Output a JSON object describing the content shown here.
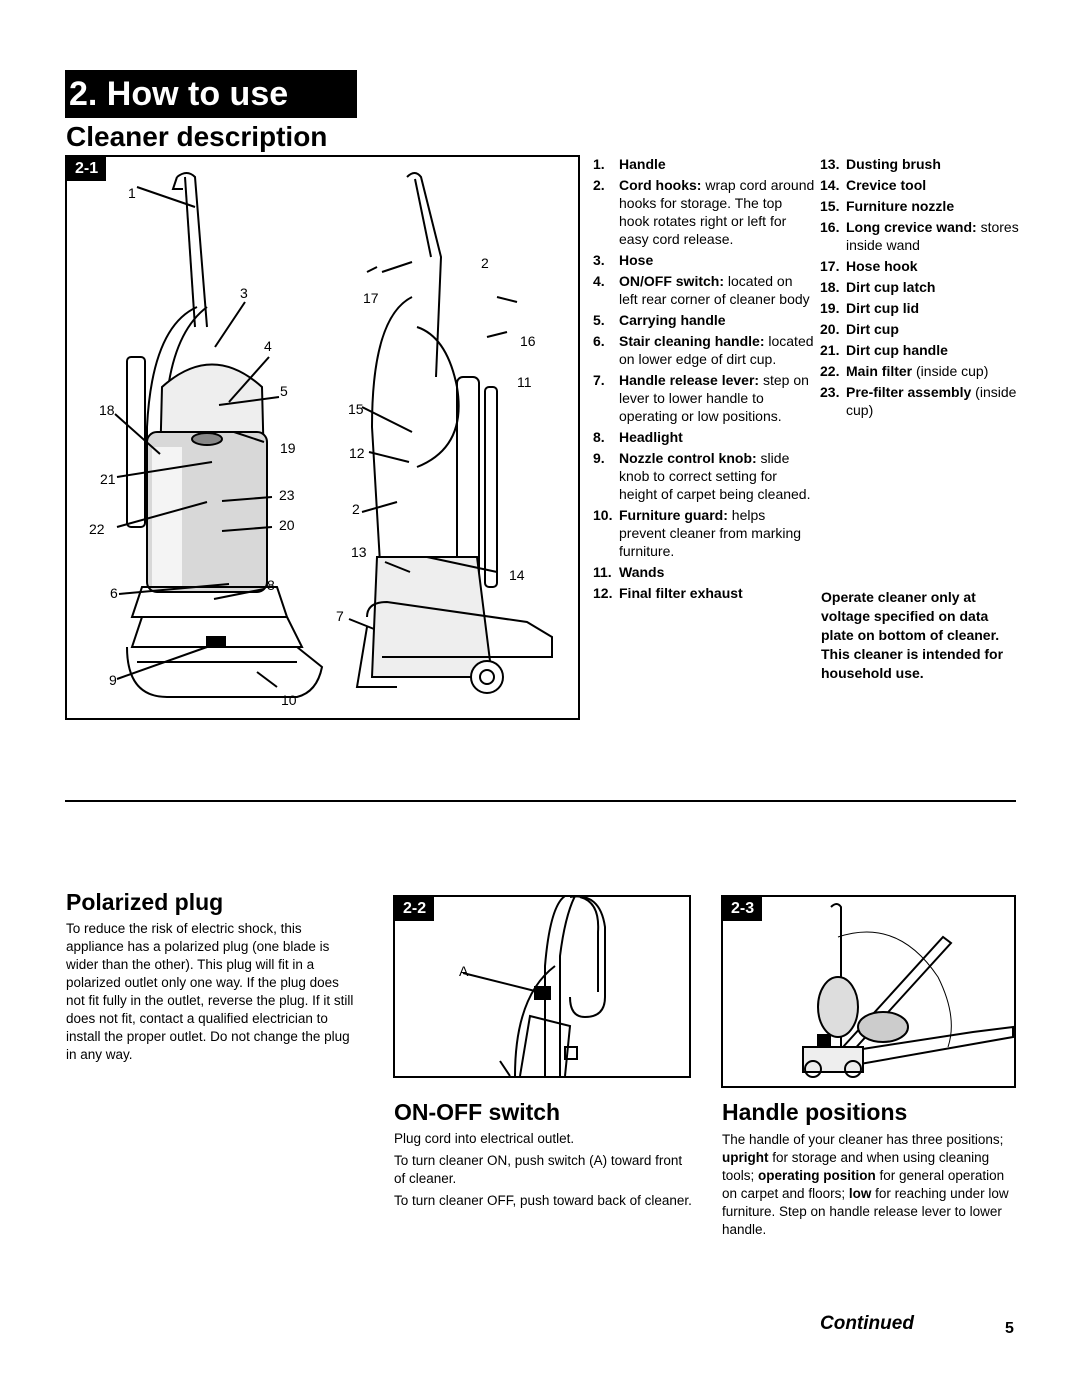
{
  "section_title": "2. How to use",
  "cleaner_description": {
    "title": "Cleaner description",
    "figure_tag": "2-1",
    "callouts": [
      "1",
      "2",
      "3",
      "17",
      "4",
      "16",
      "11",
      "5",
      "18",
      "15",
      "19",
      "12",
      "21",
      "23",
      "2",
      "22",
      "20",
      "13",
      "14",
      "6",
      "8",
      "7",
      "9",
      "10"
    ],
    "parts_left": [
      {
        "num": "1.",
        "name": "Handle",
        "desc": ""
      },
      {
        "num": "2.",
        "name": "Cord hooks:",
        "desc": " wrap cord around hooks for storage. The top hook rotates right or left for easy cord release."
      },
      {
        "num": "3.",
        "name": "Hose",
        "desc": ""
      },
      {
        "num": "4.",
        "name": "ON/OFF switch:",
        "desc": " located on left rear corner of cleaner body"
      },
      {
        "num": "5.",
        "name": "Carrying handle",
        "desc": ""
      },
      {
        "num": "6.",
        "name": "Stair cleaning handle:",
        "desc": " located on lower edge of dirt cup."
      },
      {
        "num": "7.",
        "name": "Handle release lever:",
        "desc": " step on lever to lower handle to operating or low positions."
      },
      {
        "num": "8.",
        "name": "Headlight",
        "desc": ""
      },
      {
        "num": "9.",
        "name": "Nozzle control knob:",
        "desc": " slide knob to correct setting for height of carpet being cleaned."
      },
      {
        "num": "10.",
        "name": "Furniture guard:",
        "desc": " helps prevent cleaner from marking furniture."
      },
      {
        "num": "11.",
        "name": "Wands",
        "desc": ""
      },
      {
        "num": "12.",
        "name": "Final filter exhaust",
        "desc": ""
      }
    ],
    "parts_right": [
      {
        "num": "13.",
        "name": "Dusting brush",
        "desc": ""
      },
      {
        "num": "14.",
        "name": "Crevice tool",
        "desc": ""
      },
      {
        "num": "15.",
        "name": "Furniture nozzle",
        "desc": ""
      },
      {
        "num": "16.",
        "name": "Long crevice wand:",
        "desc": " stores inside wand"
      },
      {
        "num": "17.",
        "name": "Hose hook",
        "desc": ""
      },
      {
        "num": "18.",
        "name": "Dirt cup latch",
        "desc": ""
      },
      {
        "num": "19.",
        "name": "Dirt cup lid",
        "desc": ""
      },
      {
        "num": "20.",
        "name": "Dirt cup",
        "desc": ""
      },
      {
        "num": "21.",
        "name": "Dirt cup handle",
        "desc": ""
      },
      {
        "num": "22.",
        "name": "Main filter",
        "desc": " (inside cup)"
      },
      {
        "num": "23.",
        "name": "Pre-filter assembly",
        "desc": " (inside cup)"
      }
    ],
    "note_1": "Operate cleaner only at voltage specified on data plate on bottom of cleaner.",
    "note_2": "This cleaner is intended for household use."
  },
  "polarized_plug": {
    "title": "Polarized plug",
    "body": "To reduce the risk of electric shock, this appliance has a polarized plug (one blade is wider than the other). This plug will fit in a polarized outlet only one way. If the plug does not fit fully in the outlet, reverse the plug. If it still does not fit, contact a qualified electrician to install the proper outlet. Do not change the plug in any way."
  },
  "on_off_switch": {
    "figure_tag": "2-2",
    "callout": "A",
    "title": "ON-OFF switch",
    "p1": "Plug cord into electrical outlet.",
    "p2": "To turn cleaner ON, push switch (A) toward front of cleaner.",
    "p3": "To turn cleaner OFF, push toward back of cleaner."
  },
  "handle_positions": {
    "figure_tag": "2-3",
    "title": "Handle positions",
    "t1": "The handle of your cleaner has three positions; ",
    "b1": "upright",
    "t2": " for storage and when using cleaning tools; ",
    "b2": "operating position",
    "t3": " for general operation on carpet and floors; ",
    "b3": "low",
    "t4": " for reaching under low furniture. Step on handle release lever to lower handle."
  },
  "footer": {
    "continued": "Continued",
    "page_number": "5"
  }
}
